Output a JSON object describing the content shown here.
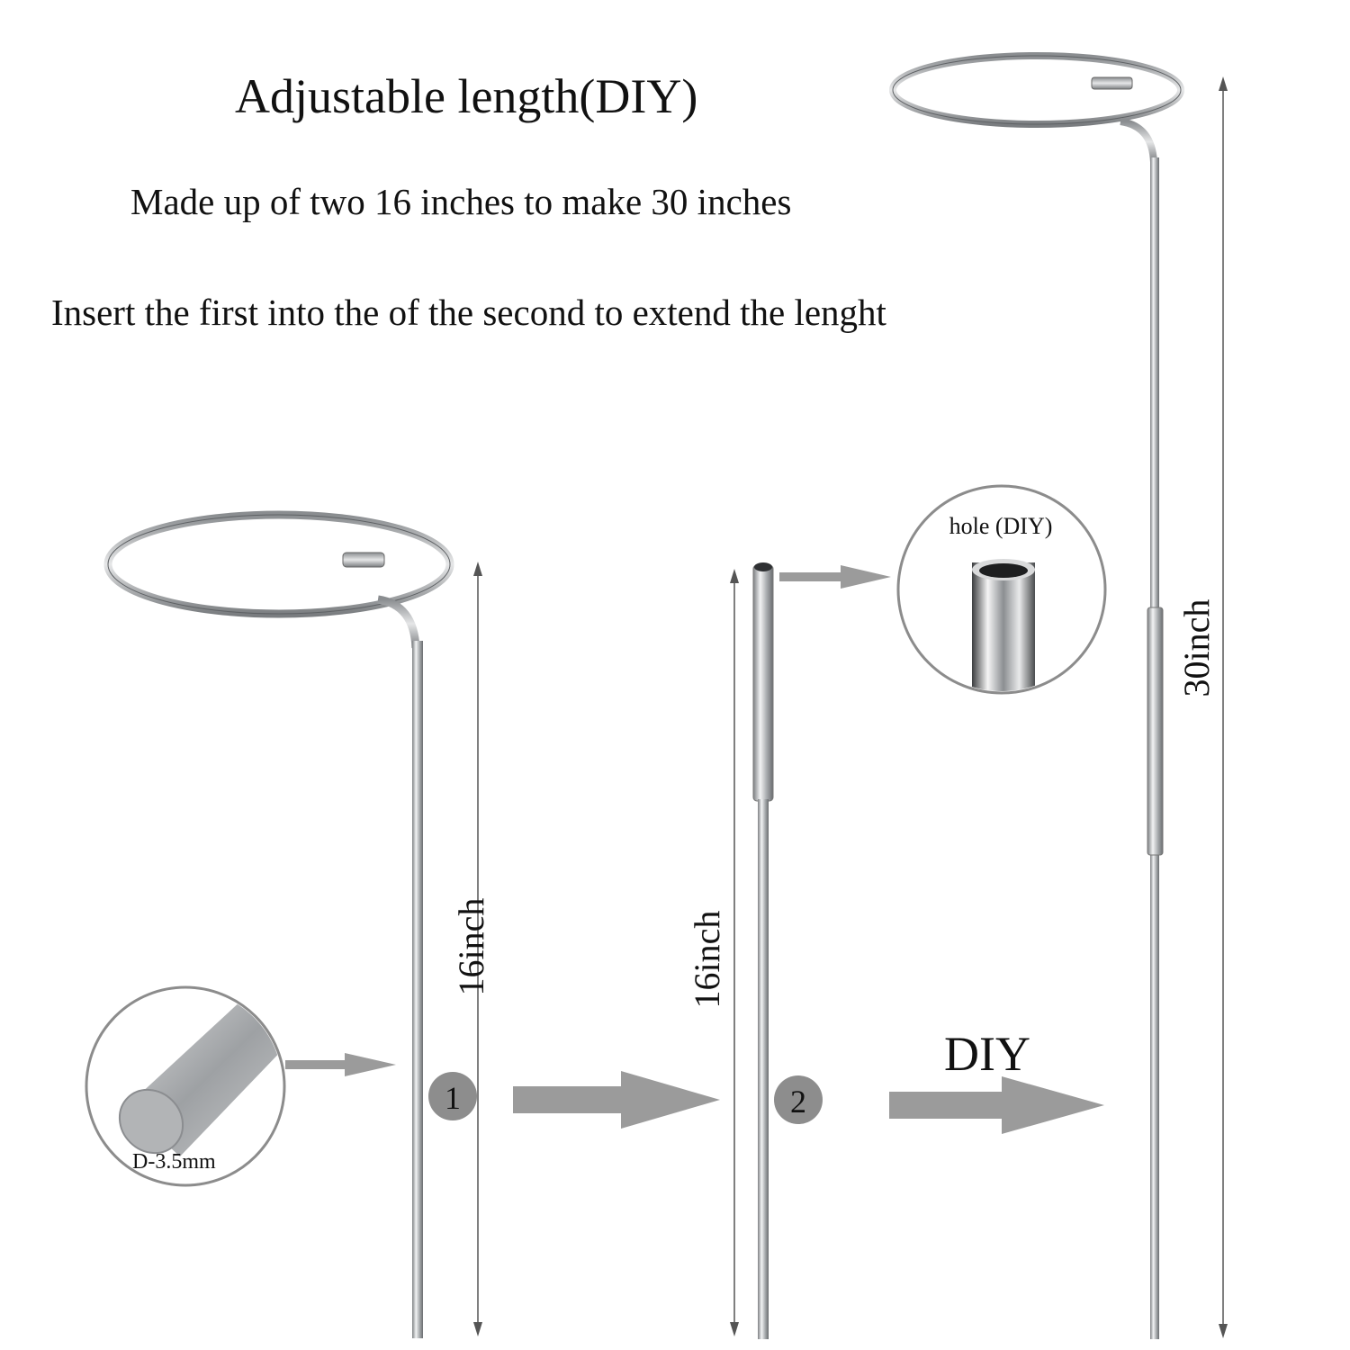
{
  "heading": {
    "title": "Adjustable length(DIY)",
    "line1": "Made up of two 16 inches to make 30 inches",
    "line2": "Insert the first into the of the second to extend the lenght"
  },
  "labels": {
    "stake1_length": "16inch",
    "stake2_length": "16inch",
    "combined_length": "30inch",
    "diameter": "D-3.5mm",
    "hole": "hole (DIY)",
    "step1": "1",
    "step2": "2",
    "diy": "DIY"
  },
  "colors": {
    "metal": "#b9bcbf",
    "metal_dark": "#6f7275",
    "arrow": "#9b9b9b",
    "badge": "#8d8d8d",
    "dimension_line": "#555555"
  }
}
